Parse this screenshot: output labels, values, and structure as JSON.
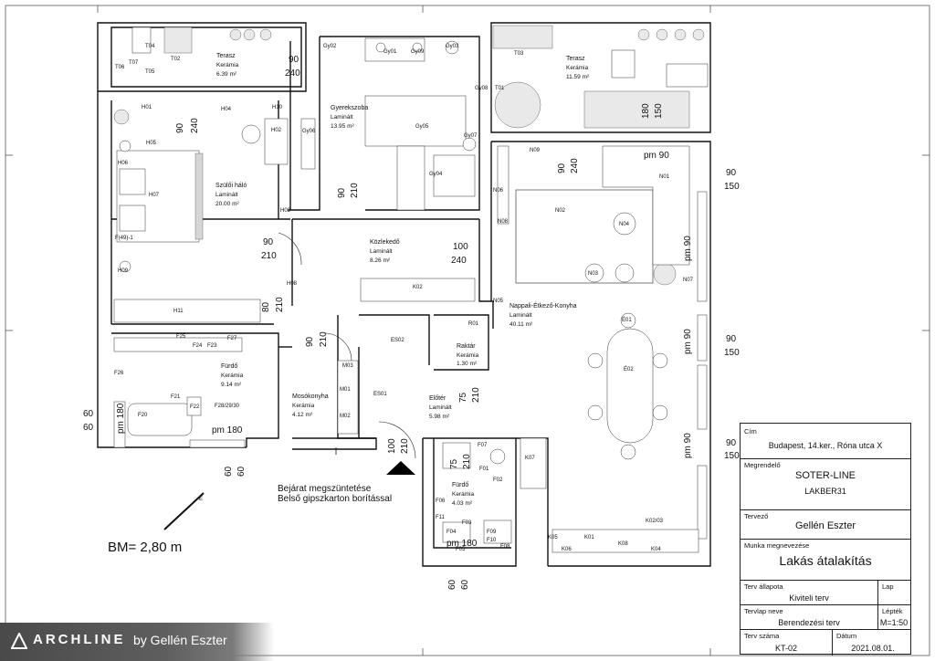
{
  "rooms": {
    "terasz1": {
      "name": "Terasz",
      "material": "Kerámia",
      "area": "6.39 m²"
    },
    "terasz2": {
      "name": "Terasz",
      "material": "Kerámia",
      "area": "11.59 m²"
    },
    "gyerekszoba": {
      "name": "Gyerekszoba",
      "material": "Laminált",
      "area": "13.95 m²"
    },
    "szuloi_halo": {
      "name": "Szülői háló",
      "material": "Laminált",
      "area": "20.00 m²"
    },
    "kozlekedo": {
      "name": "Közlekedő",
      "material": "Laminált",
      "area": "8.26 m²"
    },
    "nappali": {
      "name": "Nappali-Étkező-Konyha",
      "material": "Laminált",
      "area": "40.11 m²"
    },
    "furdo1": {
      "name": "Fürdő",
      "material": "Kerámia",
      "area": "9.14 m²"
    },
    "mosokonyha": {
      "name": "Mosókonyha",
      "material": "Kerámia",
      "area": "4.12 m²"
    },
    "raktar": {
      "name": "Raktár",
      "material": "Kerámia",
      "area": "1.30 m²"
    },
    "eloter": {
      "name": "Előtér",
      "material": "Laminált",
      "area": "5.98 m²"
    },
    "furdo2": {
      "name": "Fürdő",
      "material": "Kerámia",
      "area": "4.03 m²"
    }
  },
  "labels": [
    "T04",
    "T05",
    "T06",
    "T07",
    "T02",
    "T01",
    "T03",
    "Gy02",
    "Gy01",
    "Gy09",
    "Gy03",
    "Gy08",
    "Gy06",
    "Gy05",
    "Gy07",
    "Gy04",
    "H01",
    "H04",
    "H10",
    "H02",
    "H03",
    "H05",
    "H06",
    "H07",
    "H08",
    "H09",
    "H11",
    "F(49)-1",
    "N01",
    "N02",
    "N03",
    "N04",
    "N05",
    "N06",
    "N07",
    "N08",
    "N09",
    "K01",
    "K02",
    "K02/03",
    "K04",
    "K05",
    "K06",
    "K07",
    "K08",
    "É01",
    "É02",
    "ES01",
    "ES02",
    "R01",
    "M01",
    "M02",
    "M03",
    "F01",
    "F02",
    "F03",
    "F04",
    "F05",
    "F06",
    "F07",
    "F08",
    "F09",
    "F10",
    "F11",
    "F20",
    "F21",
    "F22",
    "F23",
    "F24",
    "F25",
    "F26",
    "F27",
    "F28/29/30"
  ],
  "dims": {
    "d90": "90",
    "d240": "240",
    "d210": "210",
    "d100": "100",
    "d80": "80",
    "d75": "75",
    "d150": "150",
    "d180": "180",
    "d60": "60",
    "pm90": "pm 90",
    "pm180": "pm 180"
  },
  "note": {
    "line1": "Bejárat megszüntetése",
    "line2": "Belső gipszkarton borítással"
  },
  "bm": "BM= 2,80 m",
  "title_block": {
    "cim_label": "Cím",
    "cim": "Budapest, 14.ker., Róna utca X",
    "megrendelo_label": "Megrendelő",
    "megrendelo": "SOTER-LINE",
    "megrendelo2": "LAKBER31",
    "tervezo_label": "Tervező",
    "tervezo": "Gellén Eszter",
    "munka_label": "Munka megnevezése",
    "munka": "Lakás átalakítás",
    "allapot_label": "Terv állapota",
    "allapot": "Kiviteli terv",
    "lap_label": "Lap",
    "neve_label": "Tervlap neve",
    "neve": "Berendezési terv",
    "lepték_label": "Lépték",
    "lepték": "M=1:50",
    "szama_label": "Terv száma",
    "szama": "KT-02",
    "datum_label": "Dátum",
    "datum": "2021.08.01."
  },
  "logo": {
    "text": "ARCHLINE",
    "by": "by Gellén Eszter"
  },
  "north_mark": "É"
}
